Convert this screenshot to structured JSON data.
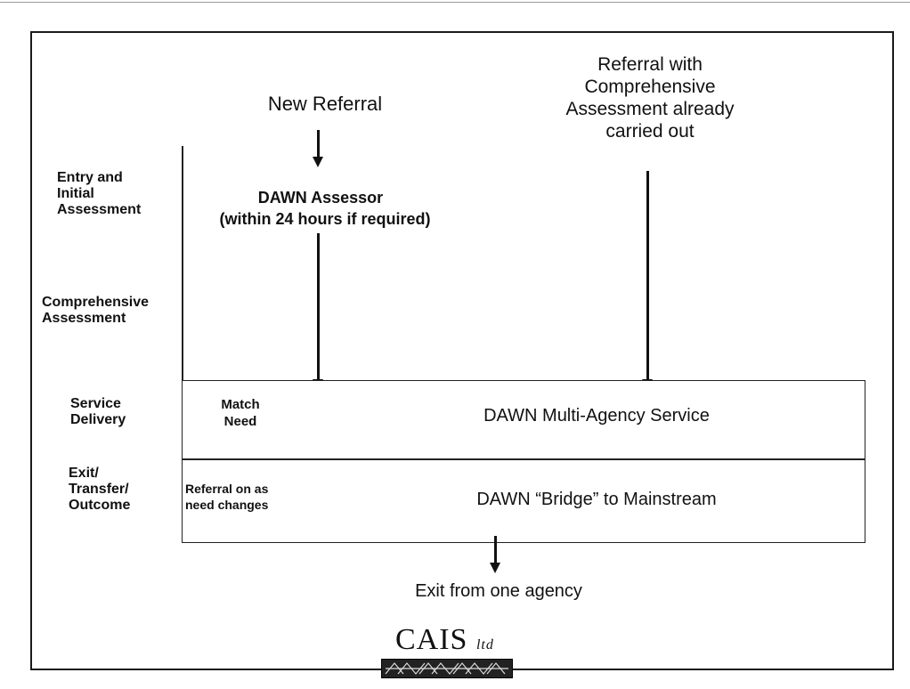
{
  "diagram": {
    "stages": [
      {
        "id": "entry",
        "label": "Entry and\nInitial\nAssessment"
      },
      {
        "id": "comprehensive",
        "label": "Comprehensive\nAssessment"
      },
      {
        "id": "service",
        "label": "Service\nDelivery"
      },
      {
        "id": "exit",
        "label": "Exit/\nTransfer/\nOutcome"
      }
    ],
    "new_referral": "New Referral",
    "assessor_line1": "DAWN Assessor",
    "assessor_line2": "(within 24 hours if required)",
    "referral_with_assessment": "Referral with\nComprehensive\nAssessment already\ncarried out",
    "match_need": "Match\nNeed",
    "multi_agency_service": "DAWN Multi-Agency Service",
    "referral_on": "Referral on as\nneed changes",
    "bridge": "DAWN “Bridge” to Mainstream",
    "exit_from_agency": "Exit from one agency"
  },
  "logo": {
    "name": "CAIS",
    "suffix": "ltd"
  }
}
